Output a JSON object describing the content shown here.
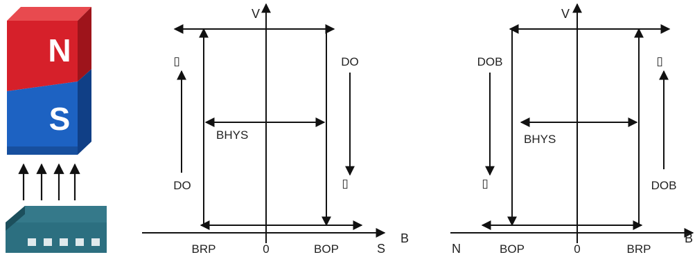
{
  "colors": {
    "magnet_north": "#d6202a",
    "magnet_north_dark": "#9e141b",
    "magnet_south": "#1d62c2",
    "magnet_south_dark": "#103f86",
    "sensor_body": "#2c6f80",
    "sensor_dark": "#1c4f5c",
    "line": "#111111"
  },
  "magnet": {
    "north_label": "N",
    "south_label": "S"
  },
  "left_graph": {
    "v_axis": "V",
    "b_axis": "B",
    "s_label": "S",
    "x_ticks": [
      "BRP",
      "0",
      "BOP"
    ],
    "hys_label": "BHYS",
    "left_small_mark": "▯",
    "right_small_mark": "▯",
    "left_do": "DO",
    "right_do": "DO"
  },
  "right_graph": {
    "v_axis": "V",
    "b_axis": "B",
    "n_label": "N",
    "x_ticks": [
      "BOP",
      "0",
      "BRP"
    ],
    "hys_label": "BHYS",
    "left_small_mark": "▯",
    "right_small_mark": "▯",
    "left_dob": "DOB",
    "right_dob": "DOB"
  }
}
